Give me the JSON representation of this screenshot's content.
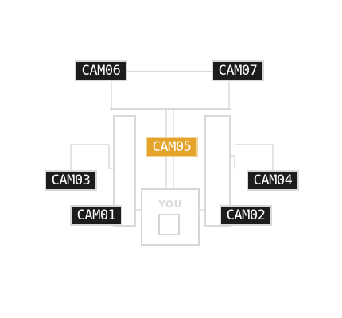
{
  "map": {
    "office_label": "YOU",
    "cameras": [
      {
        "id": "cam06",
        "label": "CAM06",
        "active": false
      },
      {
        "id": "cam07",
        "label": "CAM07",
        "active": false
      },
      {
        "id": "cam05",
        "label": "CAM05",
        "active": true
      },
      {
        "id": "cam03",
        "label": "CAM03",
        "active": false
      },
      {
        "id": "cam04",
        "label": "CAM04",
        "active": false
      },
      {
        "id": "cam01",
        "label": "CAM01",
        "active": false
      },
      {
        "id": "cam02",
        "label": "CAM02",
        "active": false
      }
    ]
  },
  "colors": {
    "active_camera": "#e4a32b",
    "inactive_camera": "#1c1c1c",
    "walls": "#d9d9d9"
  }
}
